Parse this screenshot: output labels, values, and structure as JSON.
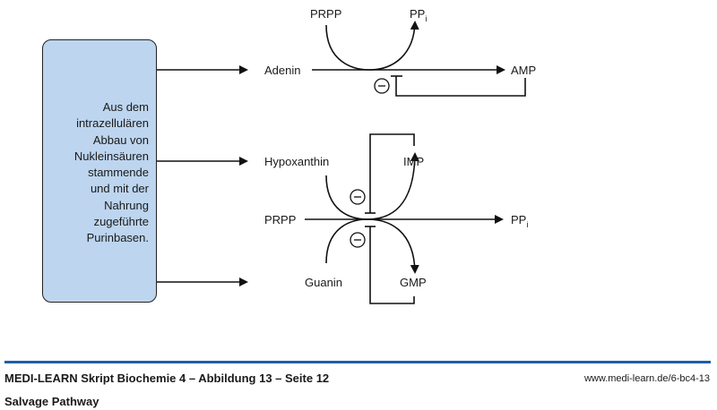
{
  "source_box": {
    "lines": [
      "Aus dem",
      "intrazellulären",
      "Abbau von",
      "Nukleinsäuren",
      "stammende",
      "und mit der",
      "Nahrung",
      "zugeführte",
      "Purinbasen."
    ],
    "fill_color": "#bdd5ef"
  },
  "reaction_1": {
    "substrate": "Adenin",
    "cosubstrate": "PRPP",
    "byproduct": "PP",
    "byproduct_sub": "i",
    "product": "AMP",
    "inhibition": "−"
  },
  "reaction_2": {
    "cosubstrate": "PRPP",
    "byproduct": "PP",
    "byproduct_sub": "i",
    "upper": {
      "substrate": "Hypoxanthin",
      "product": "IMP",
      "inhibition": "−"
    },
    "lower": {
      "substrate": "Guanin",
      "product": "GMP",
      "inhibition": "−"
    }
  },
  "footer": {
    "title": "MEDI-LEARN Skript Biochemie 4 – Abbildung 13 – Seite 12",
    "subtitle": "Salvage Pathway",
    "url": "www.medi-learn.de/6-bc4-13",
    "rule_color": "#1f5fa8"
  }
}
